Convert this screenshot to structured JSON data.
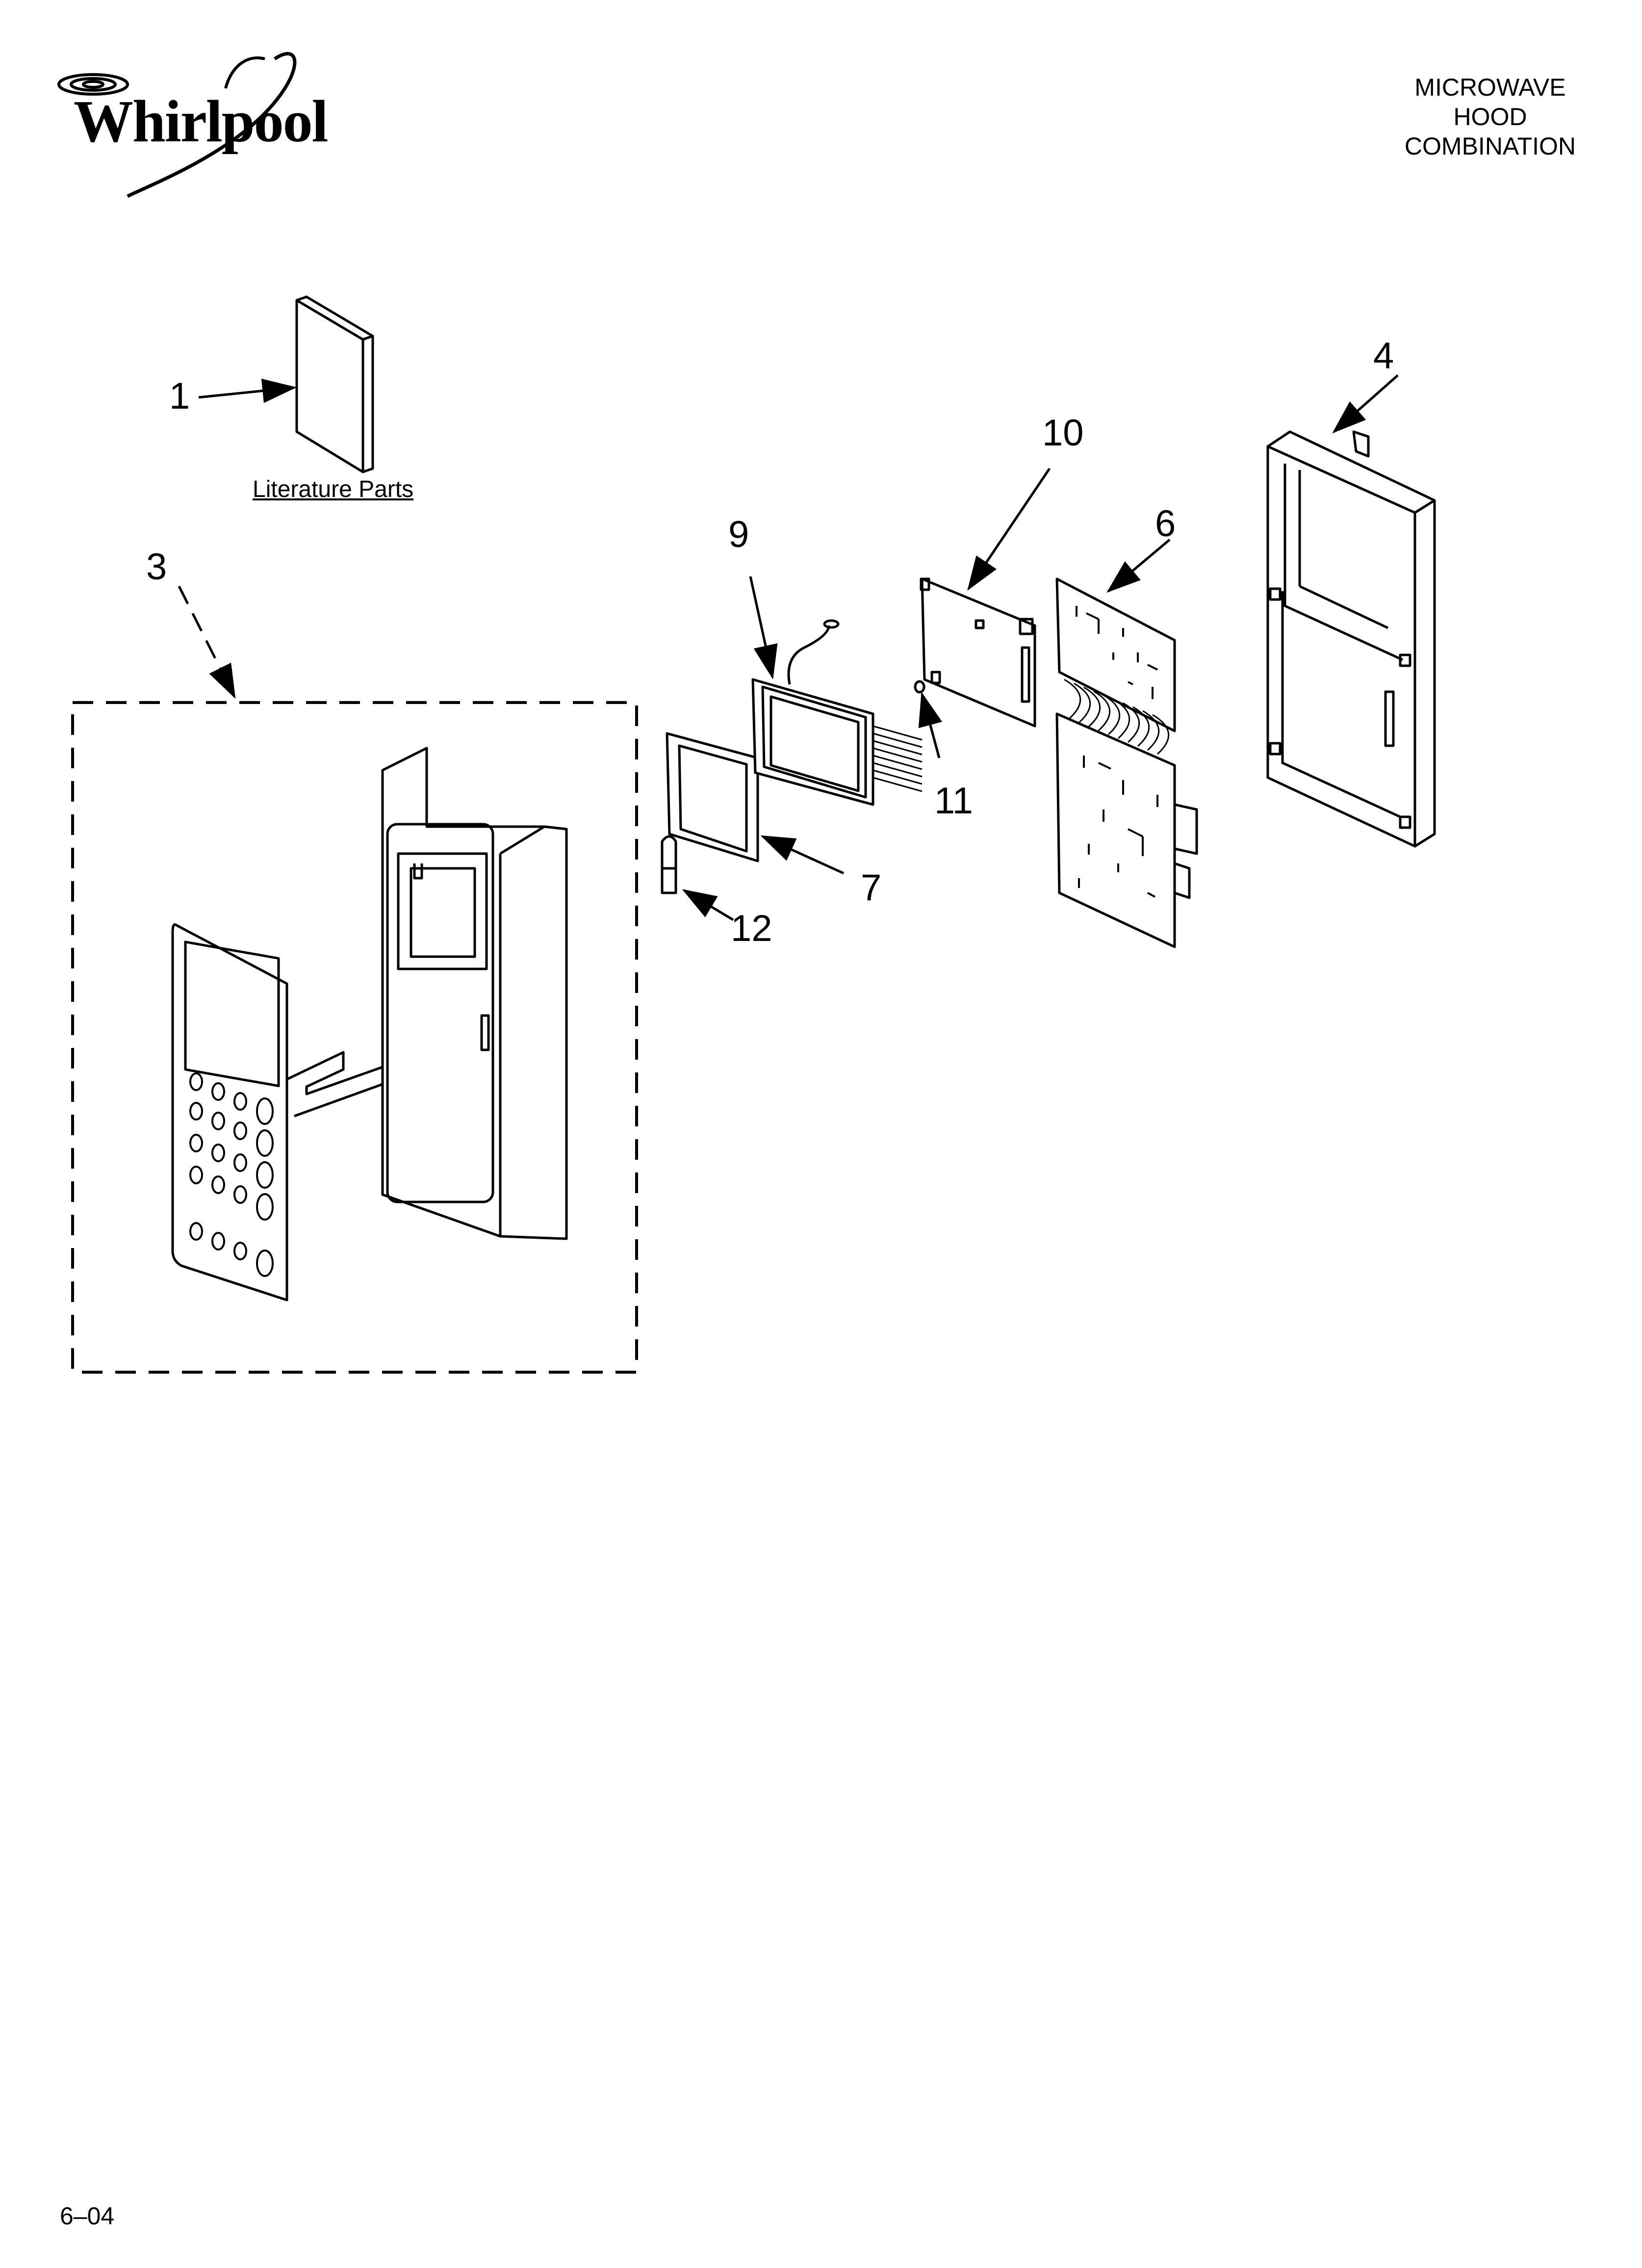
{
  "brand": {
    "logo_text": "Whirlpool"
  },
  "header": {
    "title_lines": [
      "MICROWAVE",
      "HOOD",
      "COMBINATION"
    ]
  },
  "literature": {
    "label": "Literature Parts"
  },
  "callouts": {
    "c1": "1",
    "c3": "3",
    "c4": "4",
    "c6": "6",
    "c7": "7",
    "c9": "9",
    "c10": "10",
    "c11": "11",
    "c12": "12"
  },
  "footer": {
    "page_code": "6–04"
  }
}
